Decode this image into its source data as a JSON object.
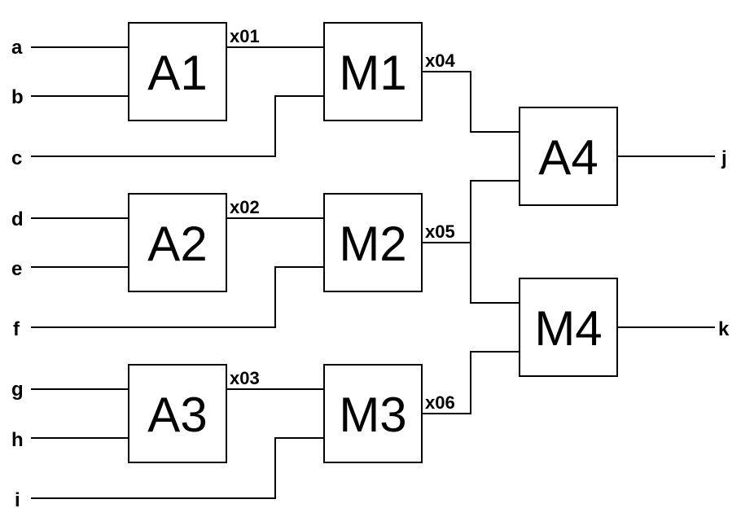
{
  "inputs": {
    "a": "a",
    "b": "b",
    "c": "c",
    "d": "d",
    "e": "e",
    "f": "f",
    "g": "g",
    "h": "h",
    "i": "i"
  },
  "outputs": {
    "j": "j",
    "k": "k"
  },
  "blocks": {
    "A1": "A1",
    "A2": "A2",
    "A3": "A3",
    "M1": "M1",
    "M2": "M2",
    "M3": "M3",
    "A4": "A4",
    "M4": "M4"
  },
  "signals": {
    "x01": "x01",
    "x02": "x02",
    "x03": "x03",
    "x04": "x04",
    "x05": "x05",
    "x06": "x06"
  }
}
